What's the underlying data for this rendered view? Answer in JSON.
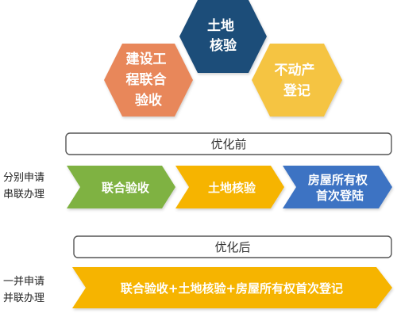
{
  "hexagons": {
    "construction": {
      "lines": [
        "建设工",
        "程联合",
        "验收"
      ],
      "color": "#E8875A"
    },
    "land": {
      "lines": [
        "土地",
        "核验"
      ],
      "color": "#1F4E79"
    },
    "property": {
      "lines": [
        "不动产",
        "登记"
      ],
      "color": "#F5C443"
    }
  },
  "before": {
    "title": "优化前",
    "side_label": [
      "分别申请",
      "串联办理"
    ],
    "steps": [
      {
        "lines": [
          "联合验收"
        ],
        "color": "#7FB243"
      },
      {
        "lines": [
          "土地核验"
        ],
        "color": "#F6B400"
      },
      {
        "lines": [
          "房屋所有权",
          "首次登陆"
        ],
        "color": "#3D73C3"
      }
    ]
  },
  "after": {
    "title": "优化后",
    "side_label": [
      "一并申请",
      "并联办理"
    ],
    "step": {
      "text": "联合验收+土地核验+房屋所有权首次登记",
      "color": "#F6B400"
    }
  }
}
